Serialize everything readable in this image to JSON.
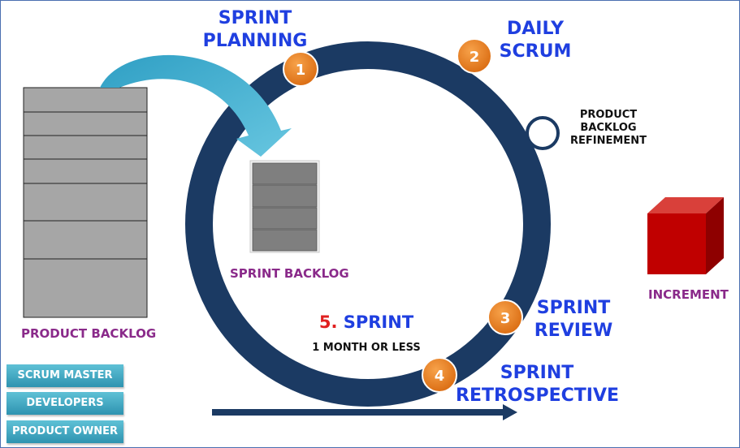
{
  "steps": {
    "planning": {
      "number": "1",
      "label_line1": "SPRINT",
      "label_line2": "PLANNING"
    },
    "daily": {
      "number": "2",
      "label_line1": "DAILY",
      "label_line2": "SCRUM"
    },
    "review": {
      "number": "3",
      "label_line1": "SPRINT",
      "label_line2": "REVIEW"
    },
    "retro": {
      "number": "4",
      "label_line1": "SPRINT",
      "label_line2": "RETROSPECTIVE"
    }
  },
  "sprint": {
    "number": "5.",
    "label": "SPRINT",
    "duration": "1 MONTH OR LESS"
  },
  "refinement": {
    "line1": "PRODUCT",
    "line2": "BACKLOG",
    "line3": "REFINEMENT"
  },
  "artifacts": {
    "product_backlog": "PRODUCT BACKLOG",
    "sprint_backlog": "SPRINT BACKLOG",
    "increment": "INCREMENT"
  },
  "roles": [
    "SCRUM MASTER",
    "DEVELOPERS",
    "PRODUCT OWNER"
  ],
  "colors": {
    "cycle": "#1b3a63",
    "badge": "#e8801f",
    "step_text": "#1f3fe0",
    "artifact_text": "#8a2a8a",
    "sprint_number": "#e02020",
    "backlog_cell": "#a6a6a6",
    "increment": "#c00000"
  }
}
